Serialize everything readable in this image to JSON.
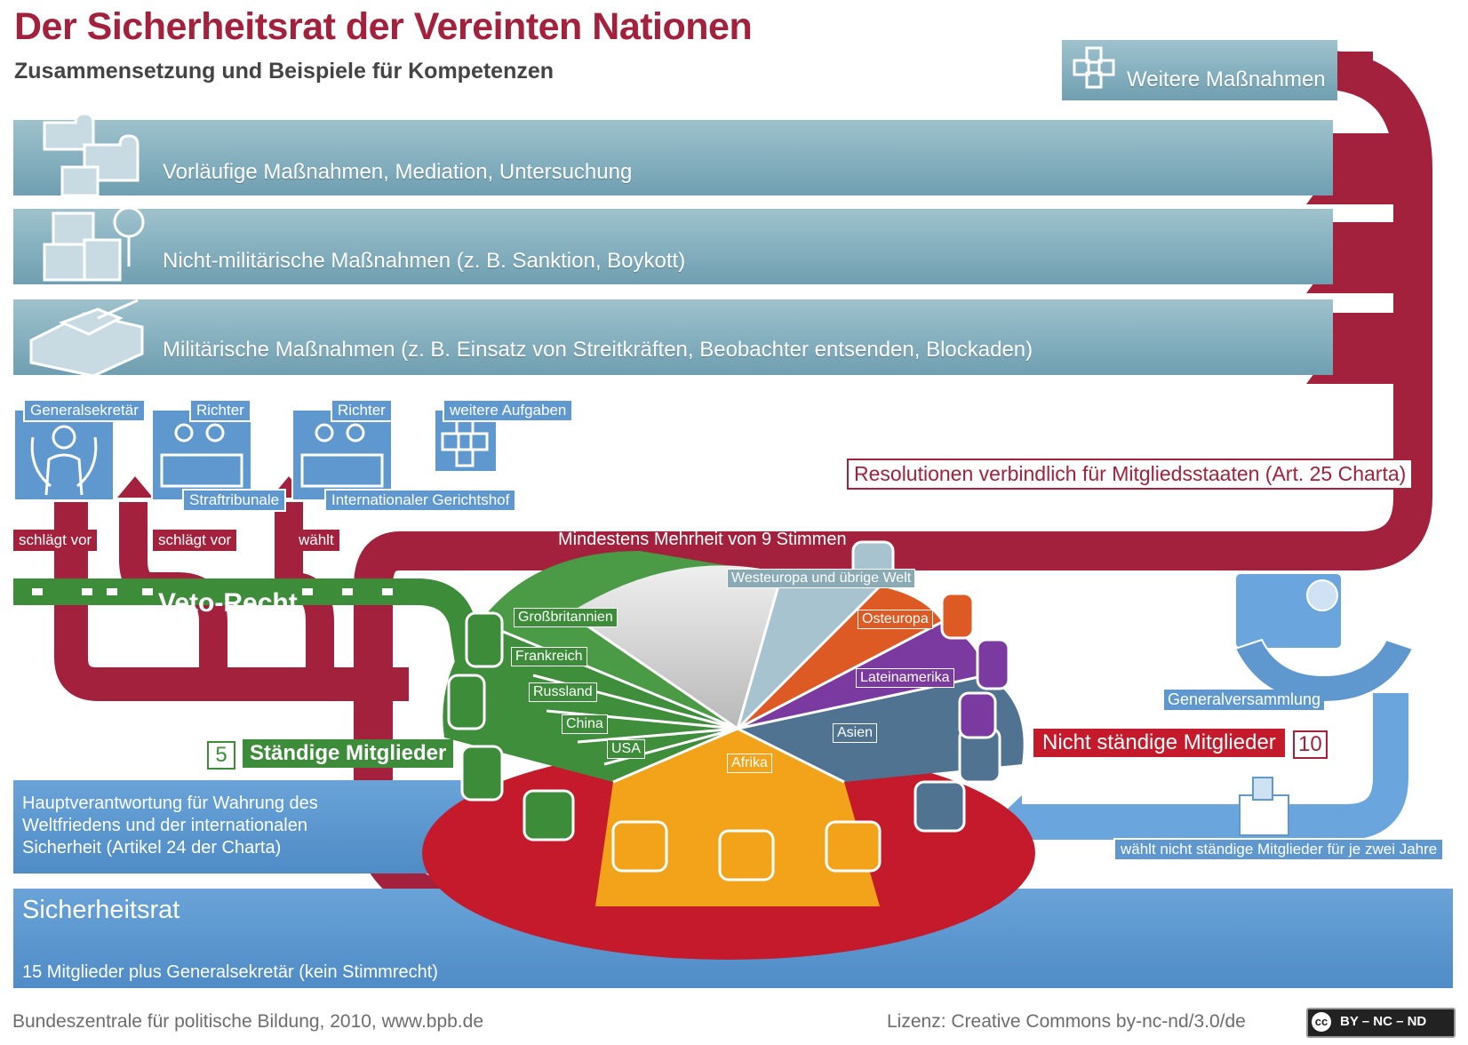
{
  "title": "Der Sicherheitsrat der Vereinten Nationen",
  "subtitle": "Zusammensetzung und Beispiele für Kompetenzen",
  "measures": {
    "weitere": "Weitere Maßnahmen",
    "vorlaeufig": "Vorläufige Maßnahmen, Mediation, Untersuchung",
    "nicht_militaerisch": "Nicht-militärische Maßnahmen  (z. B. Sanktion, Boykott)",
    "militaerisch": "Militärische Maßnahmen (z. B. Einsatz von Streitkräften, Beobachter entsenden, Blockaden)"
  },
  "roles": {
    "generalsekretaer": "Generalsekretär",
    "richter": "Richter",
    "straftribunale": "Straftribunale",
    "gerichtshof": "Internationaler Gerichtshof",
    "weitere_aufgaben": "weitere Aufgaben"
  },
  "actions": {
    "schlaegt_vor": "schlägt vor",
    "waehlt": "wählt",
    "mehrheit": "Mindestens Mehrheit von 9 Stimmen",
    "resolutionen": "Resolutionen verbindlich für Mitgliedsstaaten (Art. 25 Charta)",
    "veto": "Veto-Recht"
  },
  "council": {
    "permanent_count": "5",
    "permanent_label": "Ständige Mitglieder",
    "nonpermanent_label": "Nicht ständige Mitglieder",
    "nonpermanent_count": "10",
    "members": [
      "Großbritannien",
      "Frankreich",
      "Russland",
      "China",
      "USA"
    ],
    "regions": {
      "westeuropa": "Westeuropa und übrige Welt",
      "osteuropa": "Osteuropa",
      "lateinamerika": "Lateinamerika",
      "asien": "Asien",
      "afrika": "Afrika"
    }
  },
  "assembly": {
    "label": "Generalversammlung",
    "action": "wählt nicht ständige Mitglieder für je zwei Jahre"
  },
  "info": {
    "responsibility": [
      "Hauptverantwortung für Wahrung des",
      "Weltfriedens und der internationalen",
      "Sicherheit (Artikel 24 der Charta)"
    ],
    "council_title": "Sicherheitsrat",
    "council_desc": "15 Mitglieder plus Generalsekretär (kein Stimmrecht)"
  },
  "footer": {
    "source": "Bundeszentrale für politische Bildung, 2010, www.bpb.de",
    "license": "Lizenz: Creative Commons by-nc-nd/3.0/de",
    "badge": "BY – NC – ND",
    "cc": "cc"
  },
  "colors": {
    "band": "#7ba8b8",
    "band_top": "#9cc0cc",
    "crimson": "#a3213c",
    "blue": "#5f98cf",
    "green": "#3c8c3a",
    "orange": "#f2a31a",
    "purple": "#7a3aa0",
    "orange_red": "#dd5a24",
    "slate": "#4f7390",
    "pale_blue": "#a7c3cf",
    "grey": "#cfcfcf"
  }
}
